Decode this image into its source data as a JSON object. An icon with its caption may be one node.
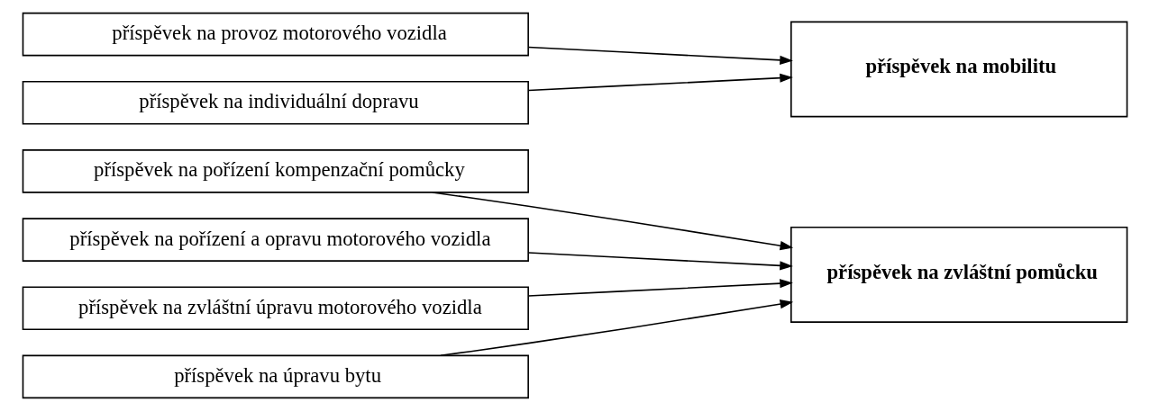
{
  "diagram": {
    "nodes": [
      {
        "text": [
          "příspěvek na pořízení kompenzační pomůcky"
        ]
      },
      {
        "text": [
          "příspěvek na pořízení a opravu motorového vozidla"
        ]
      },
      {
        "text": [
          "příspěvek na zvláštní úpravu motorového vozidla"
        ]
      },
      {
        "text": [
          "příspěvek na úpravu bytu"
        ]
      },
      {
        "text": [
          "příspěvek na zvláštní pomůcku"
        ]
      },
      {
        "text": [
          "příspěvek na provoz motorového vozidla"
        ]
      },
      {
        "text": [
          "příspěvek na individuální dopravu"
        ]
      },
      {
        "text": [
          "příspěvek na mobilitu"
        ]
      }
    ],
    "edges": [
      {
        "from": 0,
        "to": 4,
        "arrow": "to"
      },
      {
        "from": 1,
        "to": 4,
        "arrow": "to"
      },
      {
        "from": 2,
        "to": 4,
        "arrow": "to"
      },
      {
        "from": 3,
        "to": 4,
        "arrow": "to"
      },
      {
        "from": 5,
        "to": 7,
        "arrow": "to"
      },
      {
        "from": 6,
        "to": 7,
        "arrow": "to"
      }
    ]
  }
}
